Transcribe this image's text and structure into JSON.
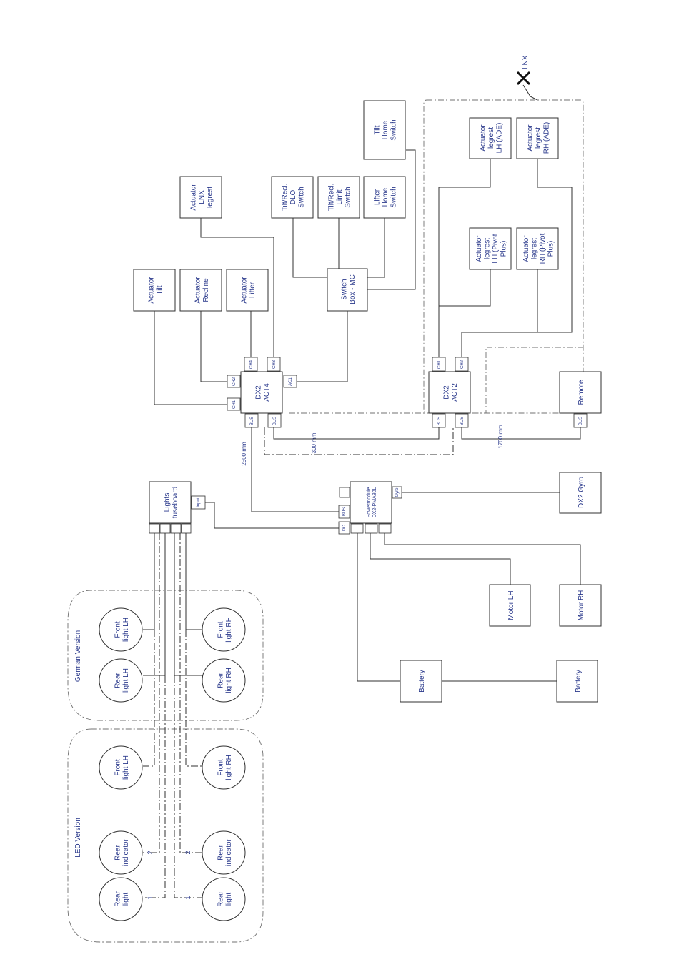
{
  "components": {
    "act_tilt": [
      "Actuator",
      "Tilt"
    ],
    "act_recline": [
      "Actuator",
      "Recline"
    ],
    "act_lifter": [
      "Actuator",
      "Lifter"
    ],
    "act_lnx_legrest": [
      "Actuator",
      "LNX",
      "legrest"
    ],
    "tilt_recl_dlo": [
      "Tilt/Recl.",
      "DLO",
      "Switch"
    ],
    "tilt_recl_limit": [
      "Tilt/Recl.",
      "Limit",
      "Switch"
    ],
    "lifter_home": [
      "Lifter",
      "Home",
      "Switch"
    ],
    "tilt_home": [
      "Tilt",
      "Home",
      "Switch"
    ],
    "switch_box": [
      "Switch",
      "Box - MC"
    ],
    "act_legrest_lh_ade": [
      "Actuator",
      "legrest",
      "LH (ADE)"
    ],
    "act_legrest_rh_ade": [
      "Actuator",
      "legrest",
      "RH (ADE)"
    ],
    "act_legrest_lh_pivot": [
      "Actuator",
      "legrest",
      "LH (Pivot",
      "Plus)"
    ],
    "act_legrest_rh_pivot": [
      "Actuator",
      "legrest",
      "RH (Pivot",
      "Plus)"
    ],
    "dx2_act4": [
      "DX2",
      "ACT4"
    ],
    "dx2_act2": [
      "DX2",
      "ACT2"
    ],
    "remote": [
      "Remote"
    ],
    "dx2_gyro": [
      "DX2 Gyro"
    ],
    "powermodule": [
      "Powermodule",
      "DX2-PMA80L"
    ],
    "lights_fuseboard": [
      "Lights",
      "fuseboard"
    ],
    "motor_lh": [
      "Motor LH"
    ],
    "motor_rh": [
      "Motor RH"
    ],
    "battery_1": [
      "Battery"
    ],
    "battery_2": [
      "Battery"
    ]
  },
  "ports": {
    "act4_ch1": "CH1",
    "act4_ch2": "CH2",
    "act4_ch4": "CH4",
    "act4_ch3": "CH3",
    "act4_ac1": "AC1",
    "act4_bus1": "BUS",
    "act4_bus2": "BUS",
    "act2_ch1": "CH1",
    "act2_ch2": "CH2",
    "act2_bus1": "BUS",
    "act2_bus2": "BUS",
    "remote_bus": "BUS",
    "pm_bus": "BUS",
    "pm_dc": "DC",
    "pm_gyro": "Gyro",
    "lights_input": "input"
  },
  "cable_lengths": {
    "c2500": "2500 mm",
    "c300": "300 mm",
    "c1700": "1700 mm"
  },
  "lamps": {
    "g_front_lh": [
      "Front",
      "light LH"
    ],
    "g_rear_lh": [
      "Rear",
      "light LH"
    ],
    "g_front_rh": [
      "Front",
      "light RH"
    ],
    "g_rear_rh": [
      "Rear",
      "light RH"
    ],
    "l_front_lh": [
      "Front",
      "light LH"
    ],
    "l_rear_ind_lh": [
      "Rear",
      "indicator"
    ],
    "l_rear_light_lh": [
      "Rear",
      "light"
    ],
    "l_front_rh": [
      "Front",
      "light RH"
    ],
    "l_rear_ind_rh": [
      "Rear",
      "indicator"
    ],
    "l_rear_light_rh": [
      "Rear",
      "light"
    ]
  },
  "pin_labels": {
    "p2_left": "2",
    "p1_left": "1",
    "p2_right": "2",
    "p1_right": "1"
  },
  "regions": {
    "german": "German Version",
    "led": "LED Version"
  },
  "markers": {
    "lnx": "LNX"
  }
}
